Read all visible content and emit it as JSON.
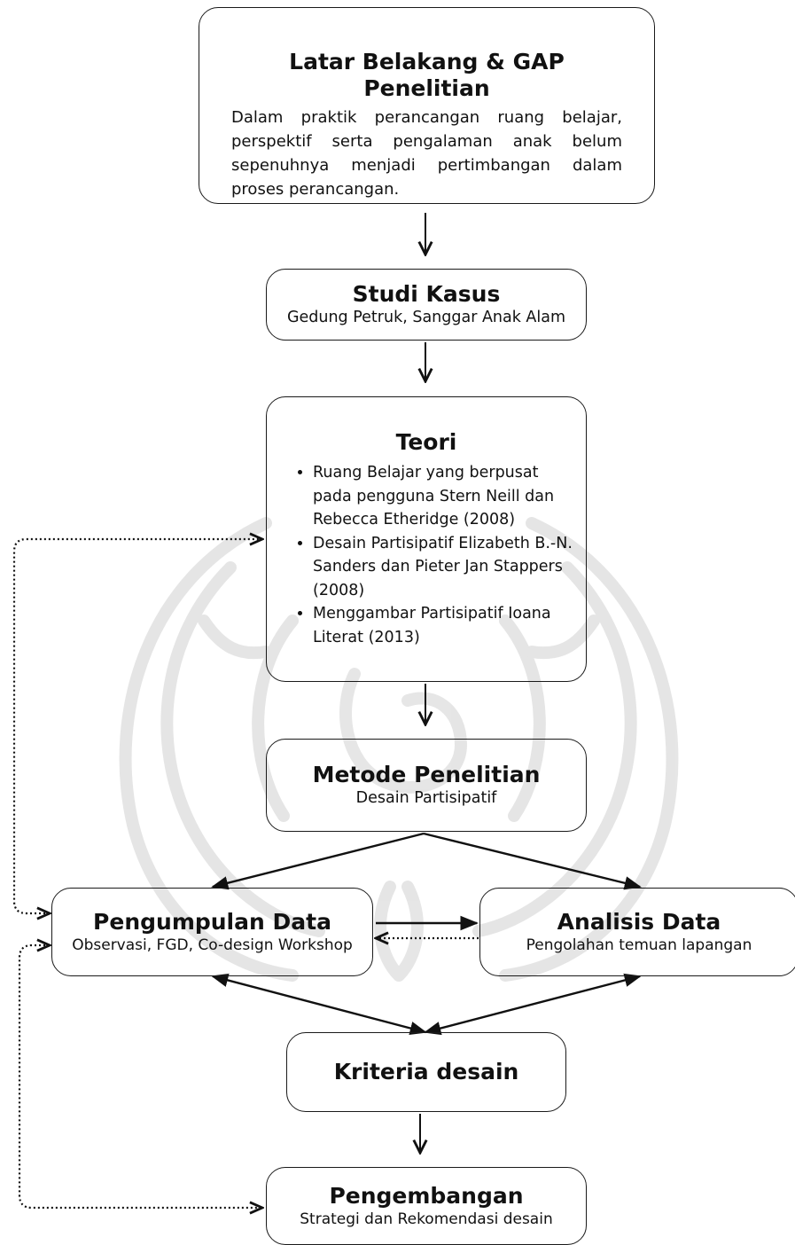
{
  "nodes": {
    "latar": {
      "title": "Latar Belakang & GAP Penelitian",
      "body": "Dalam praktik perancangan ruang belajar, perspektif serta pengalaman anak belum sepenuhnya menjadi pertimbangan dalam proses perancangan."
    },
    "studi_kasus": {
      "title": "Studi Kasus",
      "subtitle": "Gedung Petruk, Sanggar Anak Alam"
    },
    "teori": {
      "title": "Teori",
      "items": [
        "Ruang Belajar yang berpusat pada pengguna Stern Neill dan Rebecca Etheridge (2008)",
        "Desain Partisipatif Elizabeth B.-N. Sanders dan Pieter Jan Stappers (2008)",
        "Menggambar Partisipatif  Ioana Literat (2013)"
      ]
    },
    "metode": {
      "title": "Metode Penelitian",
      "subtitle": "Desain Partisipatif"
    },
    "pengumpulan": {
      "title": "Pengumpulan Data",
      "subtitle": "Observasi, FGD, Co-design Workshop"
    },
    "analisis": {
      "title": "Analisis Data",
      "subtitle": "Pengolahan temuan lapangan"
    },
    "kriteria": {
      "title": "Kriteria desain"
    },
    "pengembangan": {
      "title": "Pengembangan",
      "subtitle": "Strategi dan Rekomendasi desain"
    }
  },
  "edges": [
    {
      "from": "latar",
      "to": "studi_kasus",
      "style": "solid"
    },
    {
      "from": "studi_kasus",
      "to": "teori",
      "style": "solid"
    },
    {
      "from": "teori",
      "to": "metode",
      "style": "solid"
    },
    {
      "from": "metode",
      "to": "pengumpulan",
      "style": "solid"
    },
    {
      "from": "metode",
      "to": "analisis",
      "style": "solid"
    },
    {
      "from": "pengumpulan",
      "to": "analisis",
      "style": "solid"
    },
    {
      "from": "analisis",
      "to": "pengumpulan",
      "style": "dotted"
    },
    {
      "from": "pengumpulan",
      "to": "kriteria",
      "style": "solid",
      "bidirectional": true
    },
    {
      "from": "analisis",
      "to": "kriteria",
      "style": "solid",
      "bidirectional": true
    },
    {
      "from": "kriteria",
      "to": "pengembangan",
      "style": "solid"
    },
    {
      "from": "pengumpulan",
      "to": "teori",
      "style": "dotted",
      "bidirectional": true
    },
    {
      "from": "pengumpulan",
      "to": "pengembangan",
      "style": "dotted",
      "bidirectional": true
    }
  ],
  "colors": {
    "line": "#111111",
    "border": "#1a1a1a",
    "watermark": "#e2e2e2"
  },
  "watermark_icon": "institution-seal-watermark"
}
